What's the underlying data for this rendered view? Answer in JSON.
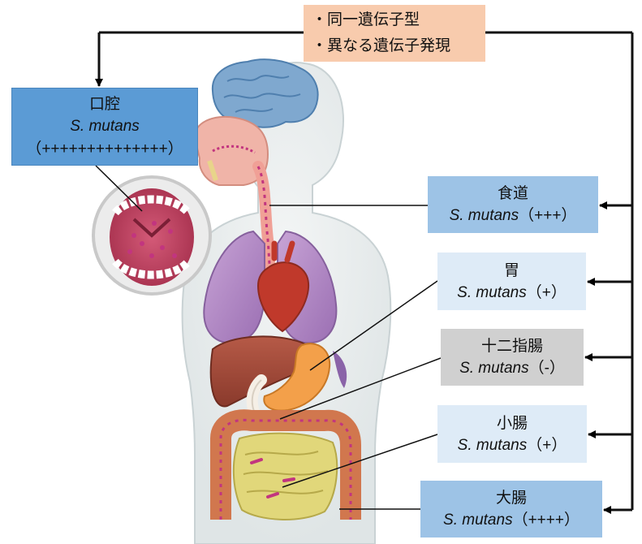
{
  "note": {
    "line1": "・同一遺伝子型",
    "line2": "・異なる遺伝子発現"
  },
  "organs": [
    {
      "name": "口腔",
      "species": "S. mutans",
      "level": "（++++++++++++++）"
    },
    {
      "name": "食道",
      "species": "S. mutans",
      "level": "（+++）"
    },
    {
      "name": "胃",
      "species": "S. mutans",
      "level": "（+）"
    },
    {
      "name": "十二指腸",
      "species": "S. mutans",
      "level": "（-）"
    },
    {
      "name": "小腸",
      "species": "S. mutans",
      "level": "（+）"
    },
    {
      "name": "大腸",
      "species": "S. mutans",
      "level": "（++++）"
    }
  ],
  "colors": {
    "mouth_box": "#5b9bd5",
    "esophagus_box": "#9dc3e6",
    "stomach_box": "#deebf7",
    "duodenum_box": "#d0d0d0",
    "small_intestine_box": "#deebf7",
    "large_intestine_box": "#9dc3e6",
    "note_box": "#f8cbad",
    "bacteria": "#c2357f"
  }
}
